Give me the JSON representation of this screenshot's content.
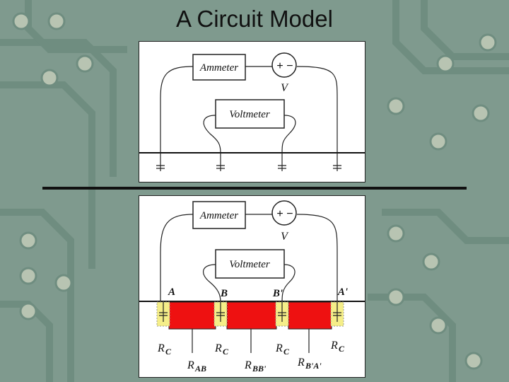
{
  "title": "A Circuit Model",
  "colors": {
    "board_green": "#7f9a8e",
    "trace": "#6f8d80",
    "pad": "#b8c4b2",
    "resistor_red": "#ee1111",
    "contact_yellow": "#f5ee88"
  },
  "diagram": {
    "ammeter_label": "Ammeter",
    "voltmeter_label": "Voltmeter",
    "source_symbol": "+ −",
    "voltage_label": "V",
    "probe_labels": [
      "A",
      "B",
      "B'",
      "A'"
    ],
    "contact_resistance": {
      "base": "R",
      "sub": "C"
    },
    "sheet_resistances": [
      {
        "base": "R",
        "sub": "AB"
      },
      {
        "base": "R",
        "sub": "BB'"
      },
      {
        "base": "R",
        "sub": "B'A'"
      }
    ]
  }
}
